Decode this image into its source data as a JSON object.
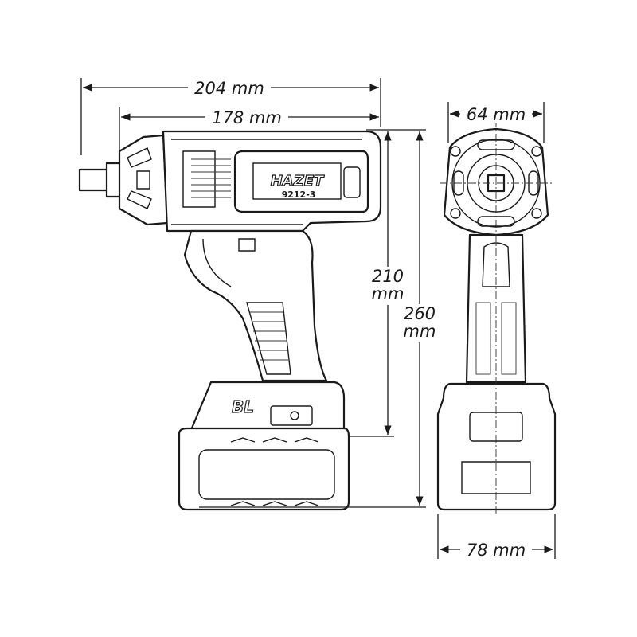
{
  "dimensions": {
    "overall_length": "204 mm",
    "head_length": "178 mm",
    "handle_height_value": "210",
    "handle_height_unit": "mm",
    "total_height_value": "260",
    "total_height_unit": "mm",
    "head_width": "64 mm",
    "battery_width": "78 mm"
  },
  "product": {
    "brand": "HAZET",
    "model": "9212-3",
    "battery_badge": "BL"
  }
}
